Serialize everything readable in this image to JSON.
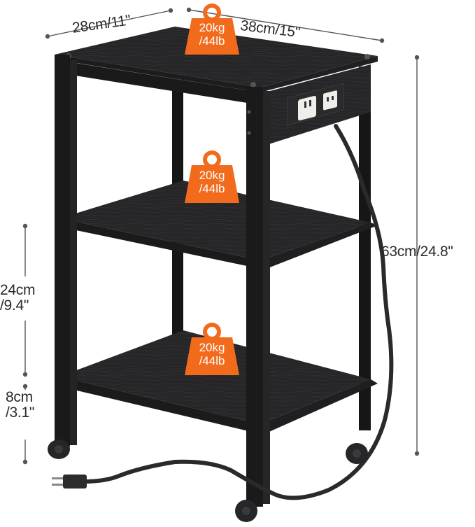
{
  "dimensions": {
    "width": "28cm/11\"",
    "depth": "38cm/15\"",
    "height": "63cm/24.8\"",
    "shelf_spacing_line1": "24cm",
    "shelf_spacing_line2": "/9.4\"",
    "clearance_line1": "8cm",
    "clearance_line2": "/3.1\""
  },
  "weight_badges": [
    {
      "line1": "20kg",
      "line2": "/44lb"
    },
    {
      "line1": "20kg",
      "line2": "/44lb"
    },
    {
      "line1": "20kg",
      "line2": "/44lb"
    }
  ],
  "colors": {
    "frame": "#1b1b1c",
    "wood": "#262628",
    "badge": "#f26b1d",
    "dimension_line": "#555555",
    "background": "#ffffff"
  }
}
